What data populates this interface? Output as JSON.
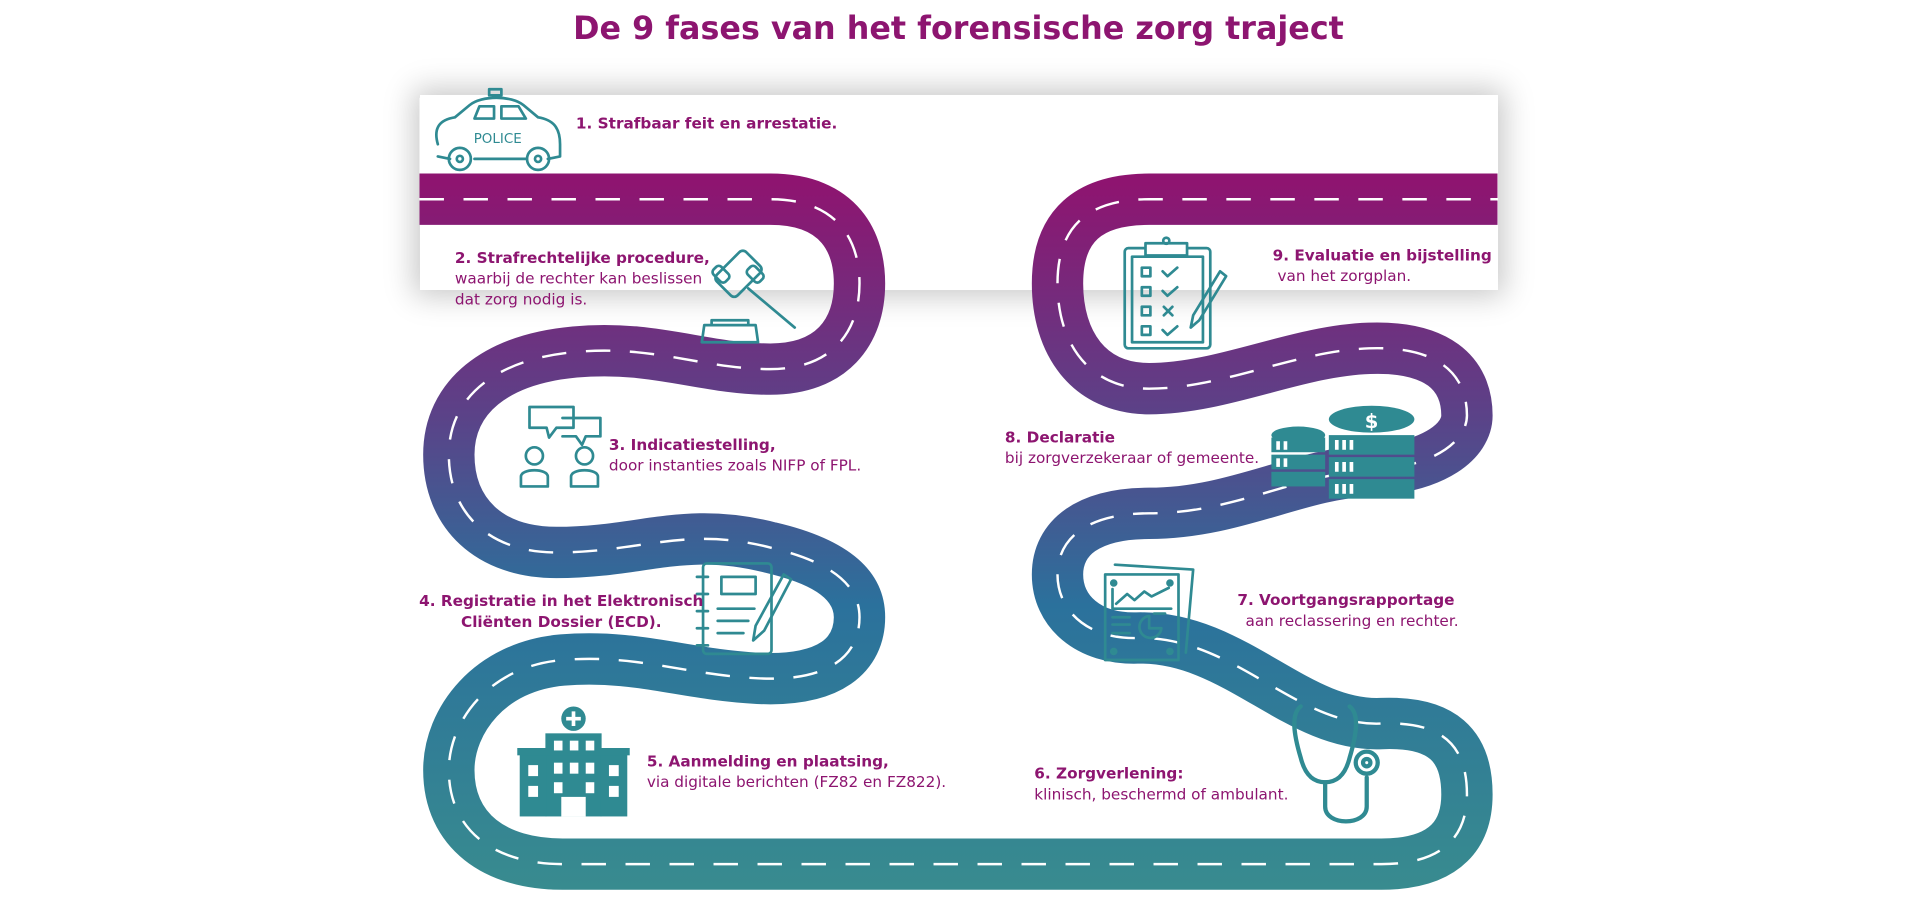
{
  "title": "De 9 fases van het forensische zorg traject",
  "colors": {
    "title": "#8d1570",
    "road_top": "#8e1470",
    "road_mid": "#2c6f9c",
    "road_bottom": "#358a90",
    "icon": "#2f8a92"
  },
  "phases": [
    {
      "heading": "1. Strafbaar feit en arrestatie.",
      "lines": [],
      "icon": "police-car-icon",
      "icon_text": "POLICE"
    },
    {
      "heading": "2. Strafrechtelijke procedure,",
      "lines": [
        "waarbij de rechter kan beslissen",
        "dat zorg nodig is."
      ],
      "icon": "gavel-icon"
    },
    {
      "heading": "3. Indicatiestelling,",
      "lines": [
        "door instanties zoals NIFP of FPL."
      ],
      "icon": "people-talking-icon"
    },
    {
      "heading": "4. Registratie in het Elektronisch",
      "lines": [
        "Cliënten Dossier (ECD)."
      ],
      "icon": "notebook-pen-icon"
    },
    {
      "heading": "5. Aanmelding en plaatsing,",
      "lines": [
        "via digitale berichten (FZ82 en FZ822)."
      ],
      "icon": "hospital-icon"
    },
    {
      "heading": "6. Zorgverlening:",
      "lines": [
        "klinisch, beschermd of ambulant."
      ],
      "icon": "stethoscope-icon"
    },
    {
      "heading": "7. Voortgangsrapportage",
      "lines": [
        "aan reclassering en rechter."
      ],
      "icon": "report-chart-icon"
    },
    {
      "heading": "8. Declaratie",
      "lines": [
        "bij zorgverzekeraar of gemeente."
      ],
      "icon": "coins-dollar-icon"
    },
    {
      "heading": "9. Evaluatie en bijstelling",
      "lines": [
        " van het zorgplan."
      ],
      "icon": "clipboard-checklist-icon"
    }
  ]
}
